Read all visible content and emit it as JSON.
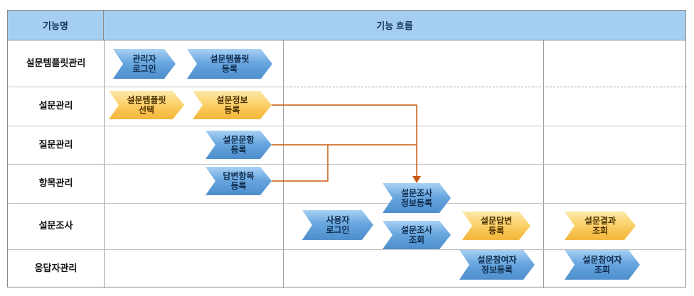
{
  "header": {
    "function_name": "기능명",
    "function_flow": "기능 흐름"
  },
  "rows": [
    {
      "label": "설문템플릿관리"
    },
    {
      "label": "설문관리"
    },
    {
      "label": "질문관리"
    },
    {
      "label": "항목관리"
    },
    {
      "label": "설문조사"
    },
    {
      "label": "응답자관리"
    }
  ],
  "nodes": [
    {
      "id": "admin-login",
      "row": "설문템플릿관리",
      "line1": "관리자",
      "line2": "로그인",
      "color": "blue"
    },
    {
      "id": "template-register",
      "row": "설문템플릿관리",
      "line1": "설문템플릿",
      "line2": "등록",
      "color": "blue"
    },
    {
      "id": "template-select",
      "row": "설문관리",
      "line1": "설문템플릿",
      "line2": "선택",
      "color": "yellow"
    },
    {
      "id": "survey-info-register",
      "row": "설문관리",
      "line1": "설문정보",
      "line2": "등록",
      "color": "yellow"
    },
    {
      "id": "question-register",
      "row": "질문관리",
      "line1": "설문문항",
      "line2": "등록",
      "color": "blue"
    },
    {
      "id": "answer-item-register",
      "row": "항목관리",
      "line1": "답변항목",
      "line2": "등록",
      "color": "blue"
    },
    {
      "id": "user-login",
      "row": "설문조사",
      "line1": "사용자",
      "line2": "로그인",
      "color": "blue"
    },
    {
      "id": "survey-register",
      "row": "설문조사",
      "line1": "설문조사",
      "line2": "정보등록",
      "color": "blue"
    },
    {
      "id": "survey-inquiry",
      "row": "설문조사",
      "line1": "설문조사",
      "line2": "조회",
      "color": "blue"
    },
    {
      "id": "answer-register",
      "row": "설문조사",
      "line1": "설문답변",
      "line2": "등록",
      "color": "yellow"
    },
    {
      "id": "result-inquiry",
      "row": "설문조사",
      "line1": "설문결과",
      "line2": "조회",
      "color": "yellow"
    },
    {
      "id": "participant-register",
      "row": "응답자관리",
      "line1": "설문참여자",
      "line2": "정보등록",
      "color": "blue"
    },
    {
      "id": "participant-inquiry",
      "row": "응답자관리",
      "line1": "설문참여자",
      "line2": "조회",
      "color": "blue"
    }
  ],
  "connectors": [
    {
      "from": "survey-info-register",
      "to": "survey-register"
    },
    {
      "from": "question-register",
      "to": "survey-register"
    },
    {
      "from": "answer-item-register",
      "to": "survey-register"
    }
  ],
  "colors": {
    "header_bg": "#a5cff0",
    "blue_arrow": "#5b9bd5",
    "yellow_arrow": "#f9c350",
    "connector": "#c55a11",
    "header_text": "#17375e",
    "grid_line": "#9a9a9a"
  }
}
